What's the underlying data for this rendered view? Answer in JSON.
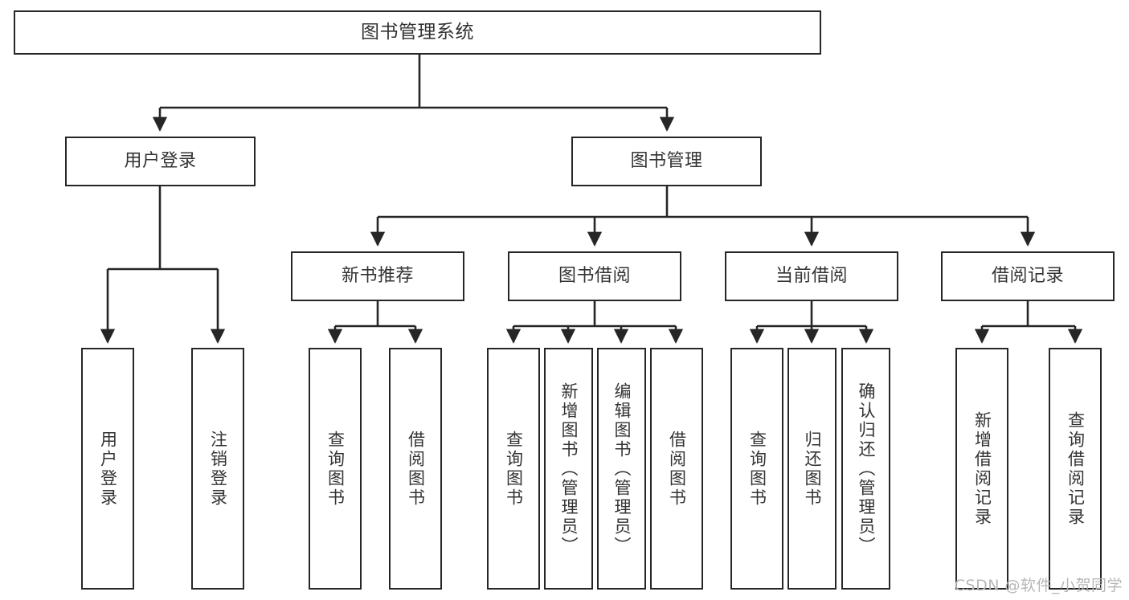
{
  "diagram": {
    "title": "图书管理系统",
    "type": "tree-hierarchy-chart",
    "watermark": "CSDN @软件_小贺同学",
    "colors": {
      "box_border": "#262626",
      "box_fill": "#ffffff",
      "connector": "#262626",
      "text": "#333333",
      "watermark": "#b7b7b7",
      "background": "#ffffff"
    },
    "levels": {
      "root": {
        "label": "图书管理系统"
      },
      "level2": [
        {
          "id": "user-login",
          "label": "用户登录"
        },
        {
          "id": "book-management",
          "label": "图书管理"
        }
      ],
      "level3": [
        {
          "id": "new-book-recommend",
          "label": "新书推荐",
          "parent": "book-management"
        },
        {
          "id": "book-borrow",
          "label": "图书借阅",
          "parent": "book-management"
        },
        {
          "id": "current-borrow",
          "label": "当前借阅",
          "parent": "book-management"
        },
        {
          "id": "borrow-record",
          "label": "借阅记录",
          "parent": "book-management"
        }
      ],
      "leaves": [
        {
          "id": "leaf-user-login",
          "label": "用户登录",
          "parent": "user-login"
        },
        {
          "id": "leaf-logout-login",
          "label": "注销登录",
          "parent": "user-login"
        },
        {
          "id": "leaf-query-book-1",
          "label": "查询图书",
          "parent": "new-book-recommend"
        },
        {
          "id": "leaf-borrow-book-1",
          "label": "借阅图书",
          "parent": "new-book-recommend"
        },
        {
          "id": "leaf-query-book-2",
          "label": "查询图书",
          "parent": "book-borrow"
        },
        {
          "id": "leaf-add-book",
          "label": "新增图书（管理员）",
          "parent": "book-borrow"
        },
        {
          "id": "leaf-edit-book",
          "label": "编辑图书（管理员）",
          "parent": "book-borrow"
        },
        {
          "id": "leaf-borrow-book-2",
          "label": "借阅图书",
          "parent": "book-borrow"
        },
        {
          "id": "leaf-query-book-3",
          "label": "查询图书",
          "parent": "current-borrow"
        },
        {
          "id": "leaf-return-book",
          "label": "归还图书",
          "parent": "current-borrow"
        },
        {
          "id": "leaf-confirm-return",
          "label": "确认归还（管理员）",
          "parent": "current-borrow"
        },
        {
          "id": "leaf-add-record",
          "label": "新增借阅记录",
          "parent": "borrow-record"
        },
        {
          "id": "leaf-query-record",
          "label": "查询借阅记录",
          "parent": "borrow-record"
        }
      ]
    }
  }
}
